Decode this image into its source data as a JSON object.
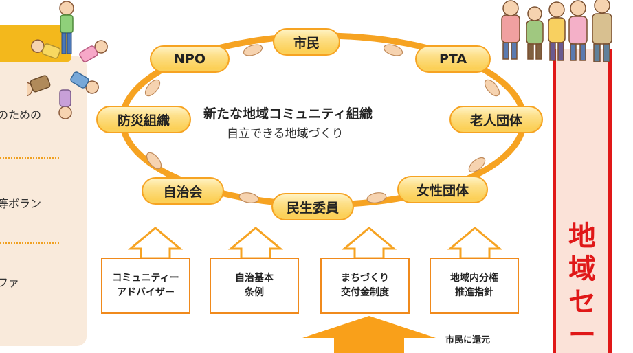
{
  "left_panel": {
    "lines": [
      "のための",
      "等ボラン",
      "ファ"
    ]
  },
  "diagram": {
    "center_title": "新たな地域コミュニティ組織",
    "center_subtitle": "自立できる地域づくり",
    "nodes": [
      "市民",
      "NPO",
      "PTA",
      "防災組織",
      "老人団体",
      "自治会",
      "民生委員",
      "女性団体"
    ]
  },
  "boxes": [
    {
      "line1": "コミュニティー",
      "line2": "アドバイザー"
    },
    {
      "line1": "自治基本",
      "line2": "条例"
    },
    {
      "line1": "まちづくり",
      "line2": "交付金制度"
    },
    {
      "line1": "地域内分権",
      "line2": "推進指針"
    }
  ],
  "return_label": "市民に還元",
  "banner": {
    "text": "地域セー"
  },
  "colors": {
    "orange": "#f6a322",
    "arrow": "#f9a01a",
    "red": "#e01818",
    "panel": "#f9eadb"
  }
}
